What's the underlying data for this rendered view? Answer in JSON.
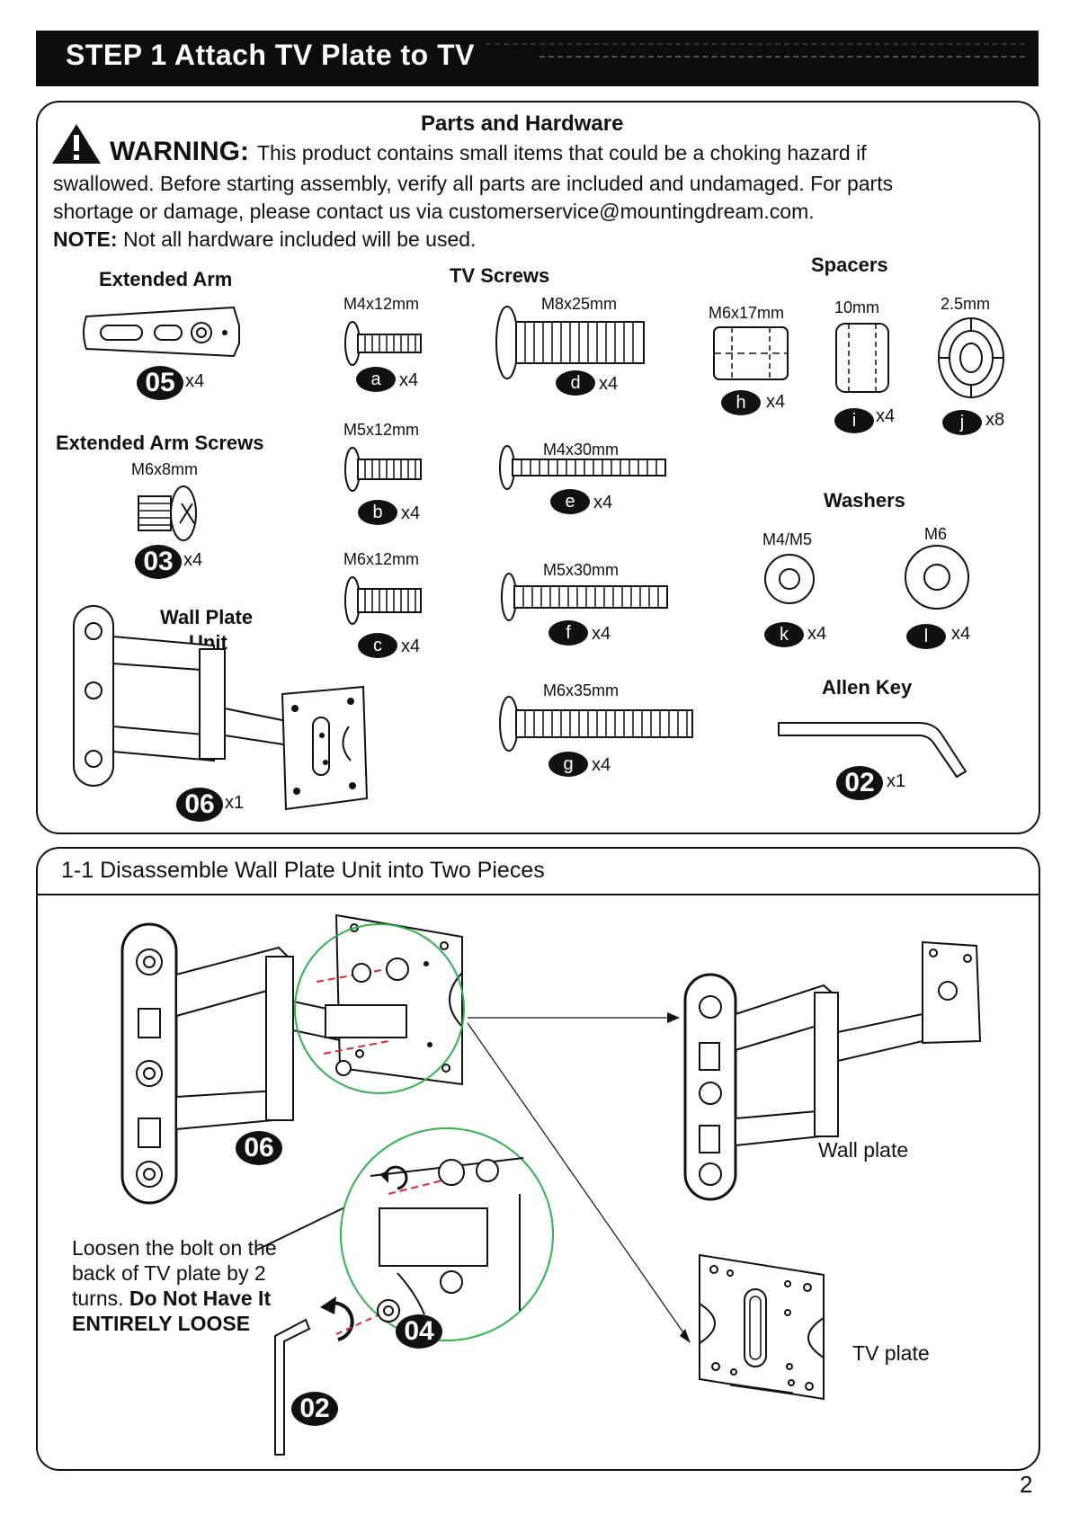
{
  "header": {
    "title": "STEP 1 Attach TV Plate to TV"
  },
  "parts": {
    "heading": "Parts and Hardware",
    "warning_label": "WARNING:",
    "warning_line1": "This product contains small items that could be a choking hazard if",
    "warning_line2": "swallowed. Before starting assembly, verify all parts are included and undamaged. For parts",
    "warning_line3": "shortage or damage, please contact us via customerservice@mountingdream.com.",
    "note_label": "NOTE:",
    "note_text": "Not all hardware included will be used.",
    "extended_arm": {
      "title": "Extended Arm",
      "badge": "05",
      "qty": "x4"
    },
    "extended_arm_screws": {
      "title": "Extended Arm Screws",
      "size": "M6x8mm",
      "badge": "03",
      "qty": "x4"
    },
    "wall_plate_unit": {
      "title_line1": "Wall Plate",
      "title_line2": "Unit",
      "badge": "06",
      "qty": "x1"
    },
    "tv_screws": {
      "title": "TV Screws",
      "items": [
        {
          "size": "M4x12mm",
          "badge": "a",
          "qty": "x4"
        },
        {
          "size": "M5x12mm",
          "badge": "b",
          "qty": "x4"
        },
        {
          "size": "M6x12mm",
          "badge": "c",
          "qty": "x4"
        },
        {
          "size": "M8x25mm",
          "badge": "d",
          "qty": "x4"
        },
        {
          "size": "M4x30mm",
          "badge": "e",
          "qty": "x4"
        },
        {
          "size": "M5x30mm",
          "badge": "f",
          "qty": "x4"
        },
        {
          "size": "M6x35mm",
          "badge": "g",
          "qty": "x4"
        }
      ]
    },
    "spacers": {
      "title": "Spacers",
      "items": [
        {
          "size": "M6x17mm",
          "badge": "h",
          "qty": "x4"
        },
        {
          "size": "10mm",
          "badge": "i",
          "qty": "x4"
        },
        {
          "size": "2.5mm",
          "badge": "j",
          "qty": "x8"
        }
      ]
    },
    "washers": {
      "title": "Washers",
      "items": [
        {
          "size": "M4/M5",
          "badge": "k",
          "qty": "x4"
        },
        {
          "size": "M6",
          "badge": "l",
          "qty": "x4"
        }
      ]
    },
    "allen_key": {
      "title": "Allen Key",
      "badge": "02",
      "qty": "x1"
    }
  },
  "step_1_1": {
    "title": "1-1 Disassemble Wall Plate Unit into Two Pieces",
    "badge_unit": "06",
    "badge_bolt": "04",
    "badge_key": "02",
    "instruction_line1": "Loosen the bolt on the",
    "instruction_line2": "back of TV plate by 2",
    "instruction_line3": "turns.",
    "instruction_bold1": "Do Not Have It",
    "instruction_bold2": "ENTIRELY  LOOSE",
    "label_wall_plate": "Wall plate",
    "label_tv_plate": "TV plate"
  },
  "page_number": "2",
  "colors": {
    "banner": "#0d0d0d",
    "highlight_circle": "#2fb24a",
    "dashed_line": "#e0262b"
  }
}
